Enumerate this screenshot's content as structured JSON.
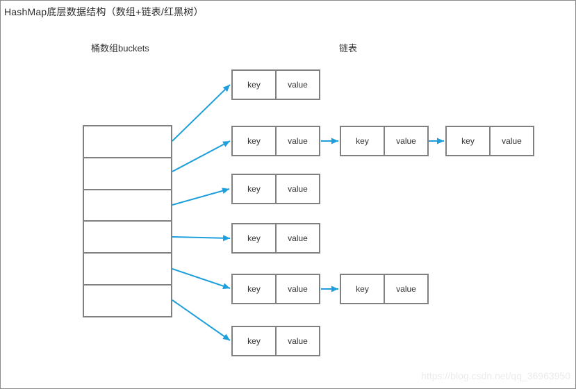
{
  "title": "HashMap底层数据结构（数组+链表/红黑树）",
  "labels": {
    "bucket_array": "桶数组buckets",
    "linked_list": "链表"
  },
  "node": {
    "key": "key",
    "value": "value"
  },
  "structure": {
    "bucket_count": 6,
    "buckets": [
      {
        "index": 0,
        "chain_length": 1
      },
      {
        "index": 1,
        "chain_length": 3
      },
      {
        "index": 2,
        "chain_length": 1
      },
      {
        "index": 3,
        "chain_length": 1
      },
      {
        "index": 4,
        "chain_length": 2
      },
      {
        "index": 5,
        "chain_length": 1
      }
    ]
  },
  "colors": {
    "arrow": "#1e9fdb",
    "box_border": "#808080",
    "text": "#333333"
  },
  "watermark": "https://blog.csdn.net/qq_36963950"
}
